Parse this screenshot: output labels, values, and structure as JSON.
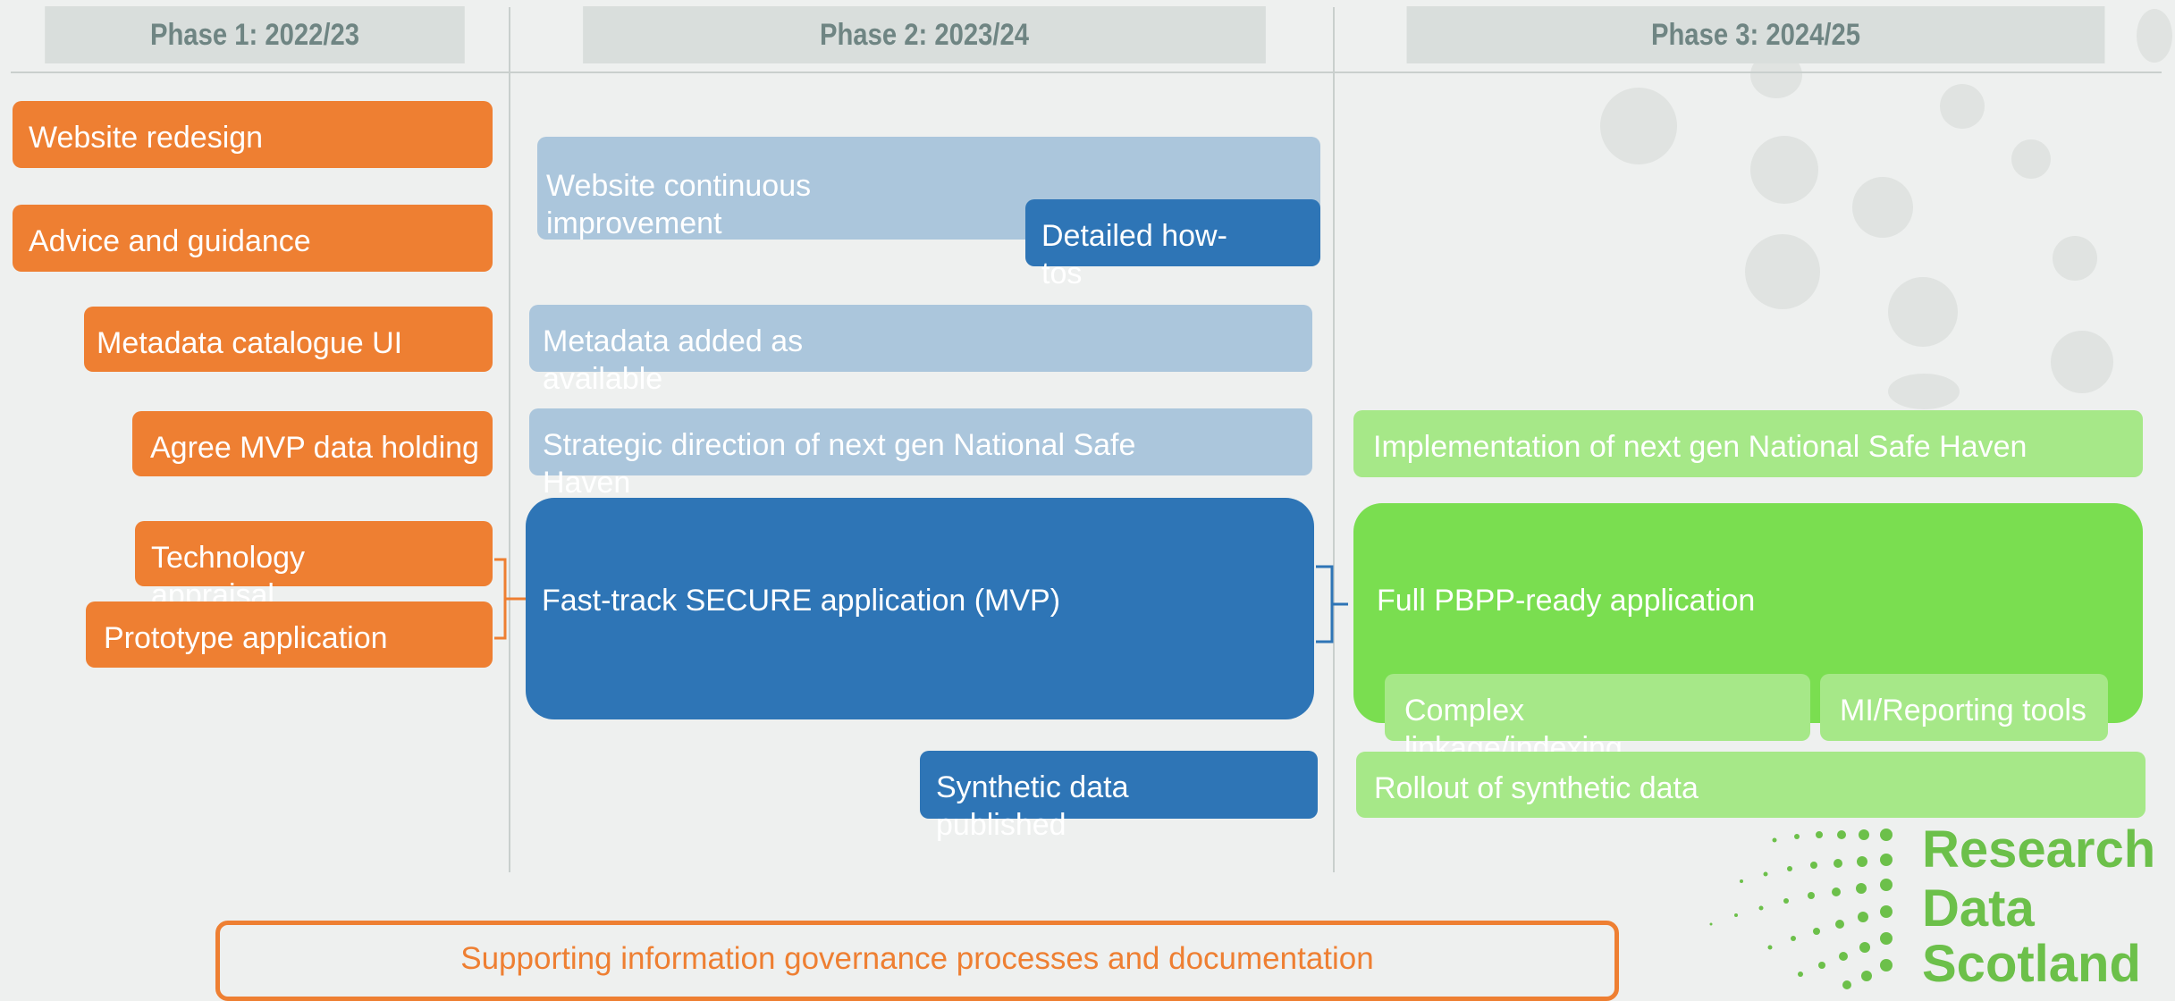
{
  "phases": [
    {
      "label": "Phase 1: 2022/23"
    },
    {
      "label": "Phase 2: 2023/24"
    },
    {
      "label": "Phase 3: 2024/25"
    }
  ],
  "phase1": {
    "website_redesign": "Website redesign",
    "advice_guidance": "Advice and guidance",
    "metadata_catalogue": "Metadata catalogue UI",
    "agree_mvp": "Agree MVP data holding",
    "technology_appraisal": "Technology appraisal",
    "prototype_application": "Prototype application"
  },
  "phase2": {
    "website_continuous": "Website continuous improvement",
    "detailed_howtos": "Detailed how-tos",
    "metadata_added": "Metadata added as available",
    "strategic_direction": "Strategic direction of next gen National Safe Haven",
    "fast_track": "Fast-track SECURE application (MVP)",
    "synthetic_published": "Synthetic data published"
  },
  "phase3": {
    "implementation": "Implementation of next gen National Safe Haven",
    "full_pbpp": "Full PBPP-ready application",
    "complex_linkage": "Complex linkage/indexing",
    "mi_reporting": "MI/Reporting tools",
    "rollout_synthetic": "Rollout of synthetic data"
  },
  "governance": "Supporting information governance processes and documentation",
  "logo": {
    "line1": "Research",
    "line2": "Data",
    "line3": "Scotland"
  },
  "colors": {
    "orange": "#ee7f32",
    "light_blue": "#abc6dc",
    "dark_blue": "#2e75b6",
    "light_green": "#a6e888",
    "green": "#7ade50",
    "logo_green": "#6cc04a",
    "header_text": "#6f8583"
  }
}
